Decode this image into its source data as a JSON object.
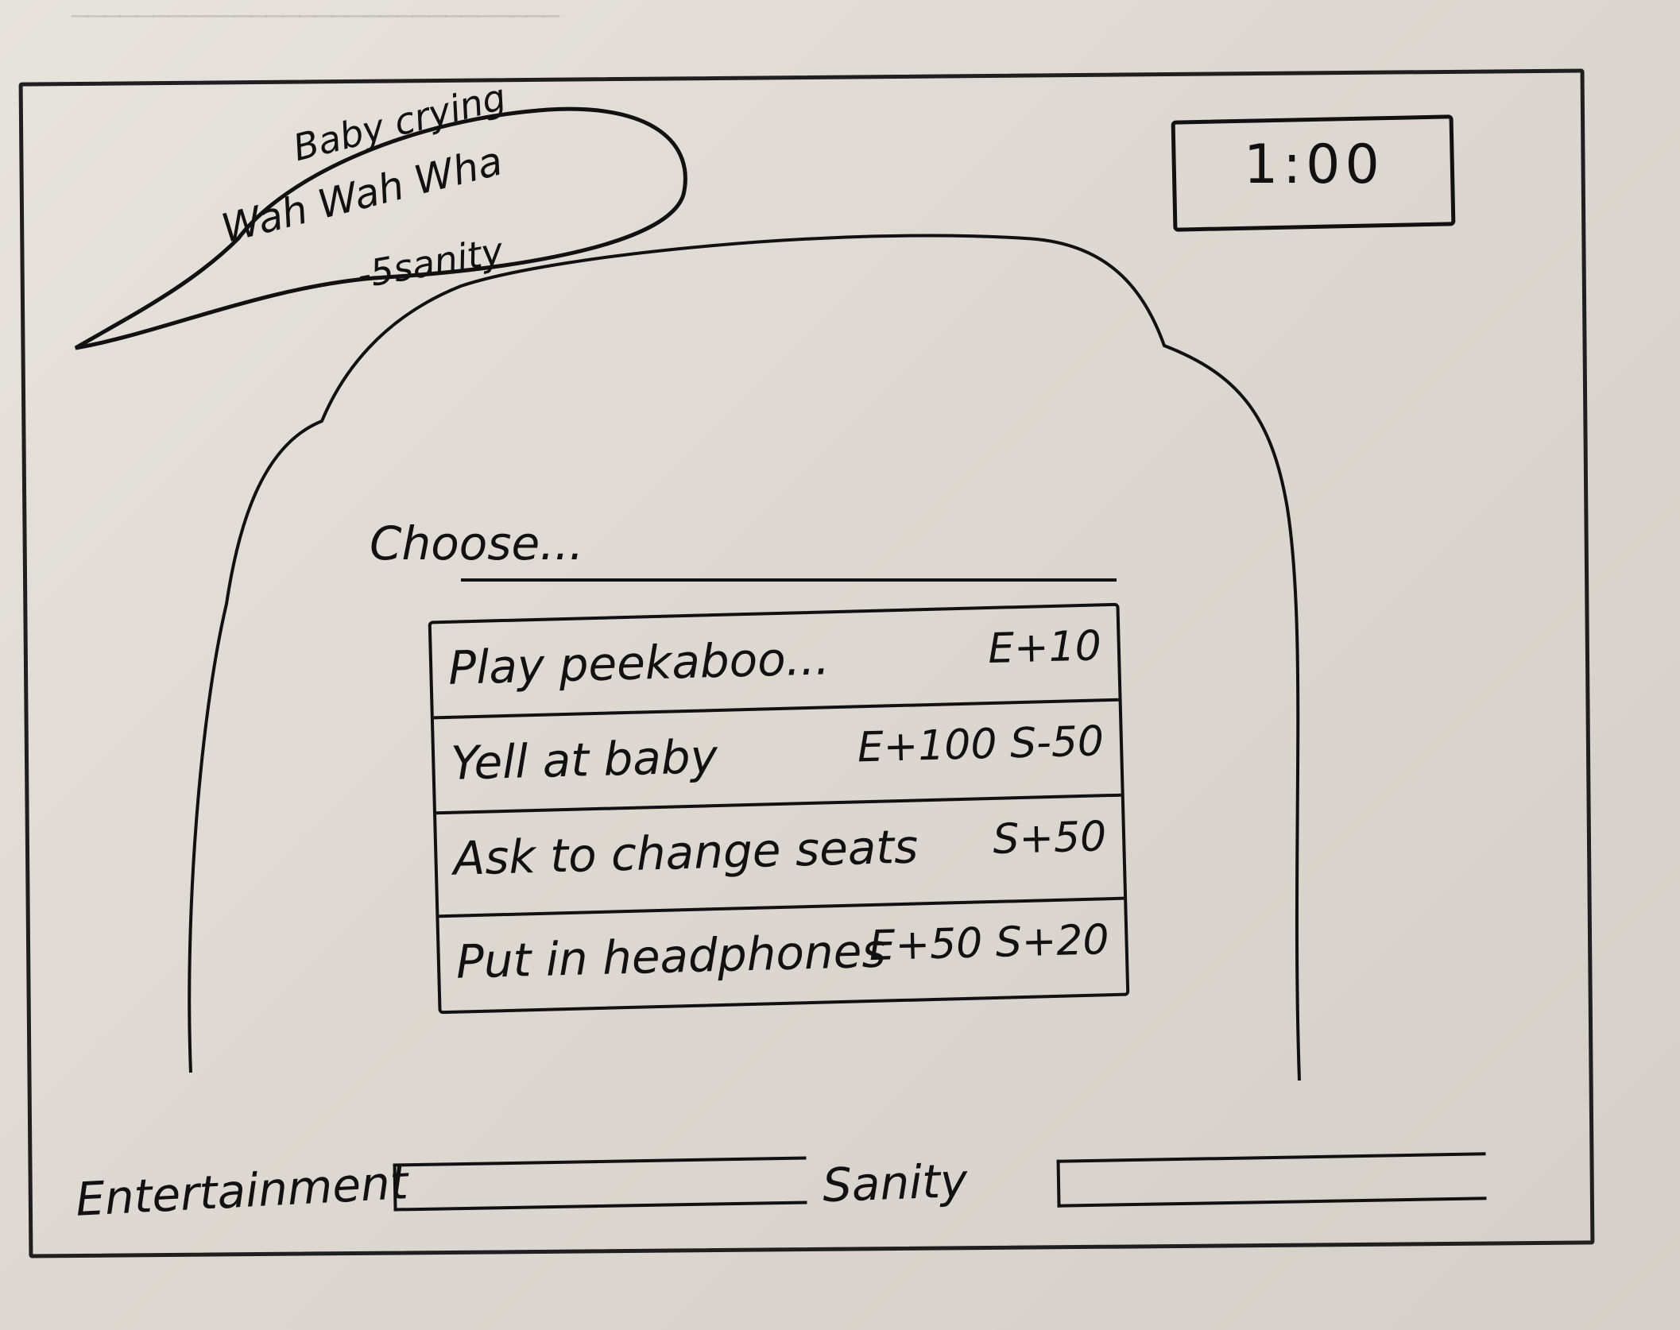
{
  "timer": {
    "value": "1:00"
  },
  "event": {
    "line1": "Baby crying",
    "line2": "Wah Wah Wha",
    "line3": "-5sanity"
  },
  "prompt": {
    "title": "Choose..."
  },
  "options": [
    {
      "label": "Play peekaboo...",
      "effect": "E+10"
    },
    {
      "label": "Yell at baby",
      "effect": "E+100 S-50"
    },
    {
      "label": "Ask to change seats",
      "effect": "S+50"
    },
    {
      "label": "Put in headphones",
      "effect": "E+50 S+20"
    }
  ],
  "stats": {
    "entertainment_label": "Entertainment",
    "sanity_label": "Sanity"
  }
}
